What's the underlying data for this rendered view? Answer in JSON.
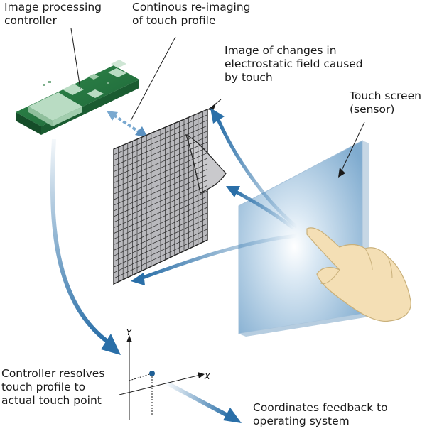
{
  "labels": {
    "image_processing_controller": "Image processing\ncontroller",
    "continuous_reimaging": "Continous re-imaging\nof touch profile",
    "electrostatic_image": "Image of changes in\nelectrostatic field caused\nby touch",
    "touch_screen": "Touch screen\n(sensor)",
    "controller_resolves": "Controller resolves\ntouch profile to\nactual touch point",
    "coordinates_feedback": "Coordinates feedback to\noperating system"
  },
  "axes": {
    "x_label": "X",
    "y_label": "Y"
  },
  "colors": {
    "arrow_blue": "#2a6fa8",
    "board_green": "#1f6b3a",
    "screen_blue": "#8fb8d6",
    "mesh_gray": "#b9b9bd",
    "hand_skin": "#f4dfb5"
  }
}
